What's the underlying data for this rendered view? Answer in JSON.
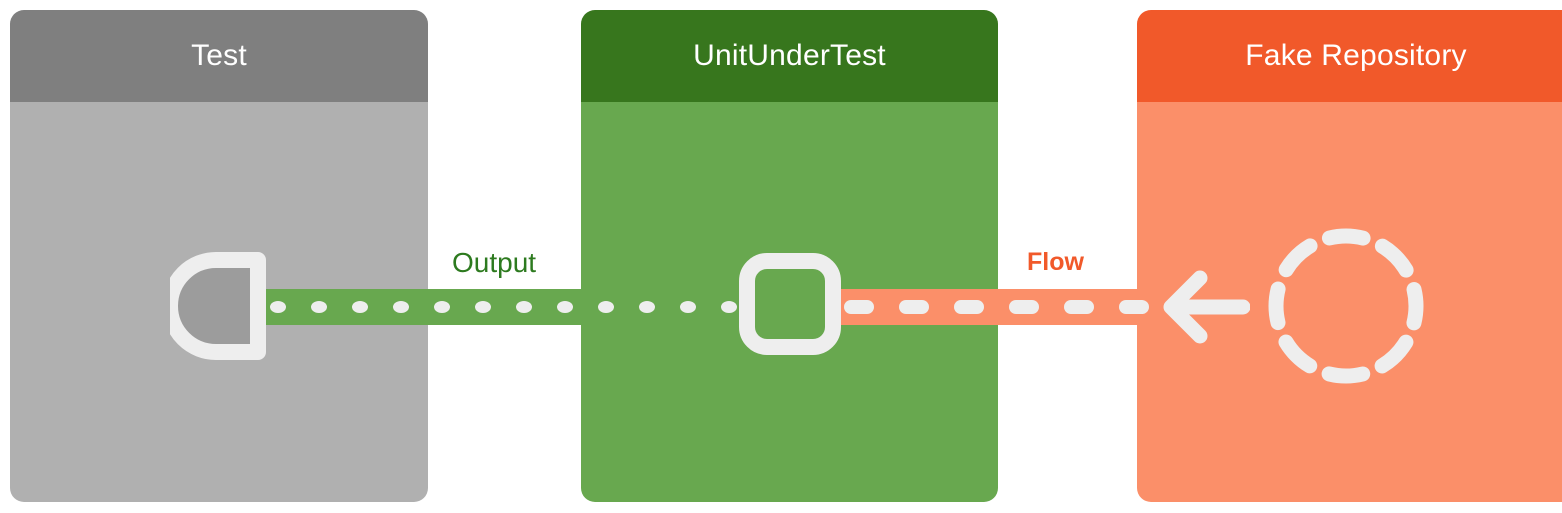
{
  "diagram": {
    "type": "sequence-collaboration-diagram",
    "background": "#ffffff",
    "panels": [
      {
        "id": "test",
        "title": "Test",
        "header_color": "#7f7f7f",
        "body_color": "#b0b0b0",
        "glyph": "d-socket-icon"
      },
      {
        "id": "unit-under-test",
        "title": "UnitUnderTest",
        "header_color": "#37761d",
        "body_color": "#68a84f",
        "glyph": "rounded-square-icon"
      },
      {
        "id": "fake-repository",
        "title": "Fake Repository",
        "header_color": "#f1592a",
        "body_color": "#fb8f69",
        "glyph": "dashed-circle-icon"
      }
    ],
    "connections": [
      {
        "id": "output",
        "label": "Output",
        "label_color": "#2d7a1f",
        "band_color": "#68a84f",
        "dash_color": "#eeeeee",
        "dash_style": "dotted",
        "from": "unit-under-test",
        "to": "test",
        "bold": false
      },
      {
        "id": "flow",
        "label": "Flow",
        "label_color": "#f1592a",
        "band_color": "#fb8f69",
        "dash_color": "#eeeeee",
        "dash_style": "dashed",
        "from": "fake-repository",
        "to": "unit-under-test",
        "bold": true,
        "arrow": "left-arrow-icon"
      }
    ]
  }
}
